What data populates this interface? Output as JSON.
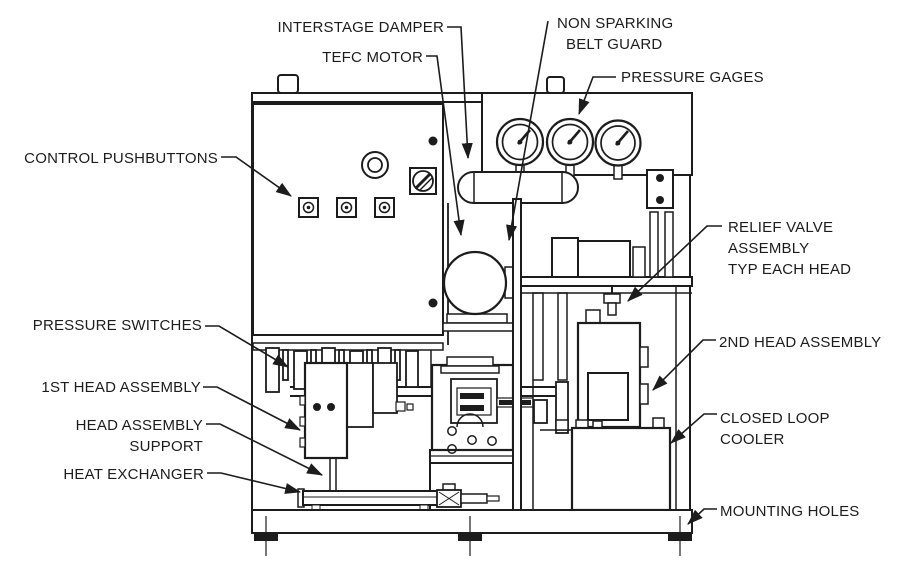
{
  "diagram": {
    "type": "labeled engineering line drawing",
    "subject": "compressor package side elevation"
  },
  "labels": {
    "interstage_damper": "INTERSTAGE DAMPER",
    "tefc_motor": "TEFC MOTOR",
    "non_sparking_belt_guard": {
      "line1": "NON SPARKING",
      "line2": "BELT GUARD"
    },
    "pressure_gages": "PRESSURE GAGES",
    "control_pushbuttons": "CONTROL PUSHBUTTONS",
    "relief_valve": {
      "line1": "RELIEF VALVE",
      "line2": "ASSEMBLY",
      "line3": "TYP EACH HEAD"
    },
    "second_head_assembly": "2ND HEAD ASSEMBLY",
    "pressure_switches": "PRESSURE SWITCHES",
    "first_head_assembly": "1ST HEAD ASSEMBLY",
    "head_assembly_support": {
      "line1": "HEAD ASSEMBLY",
      "line2": "SUPPORT"
    },
    "heat_exchanger": "HEAT EXCHANGER",
    "closed_loop_cooler": {
      "line1": "CLOSED LOOP",
      "line2": "COOLER"
    },
    "mounting_holes": "MOUNTING HOLES"
  },
  "counts": {
    "pressure_gauges": 3,
    "control_pushbuttons": 3,
    "mounting_feet": 3
  },
  "colors": {
    "line": "#1c1c1c",
    "background": "#ffffff"
  }
}
